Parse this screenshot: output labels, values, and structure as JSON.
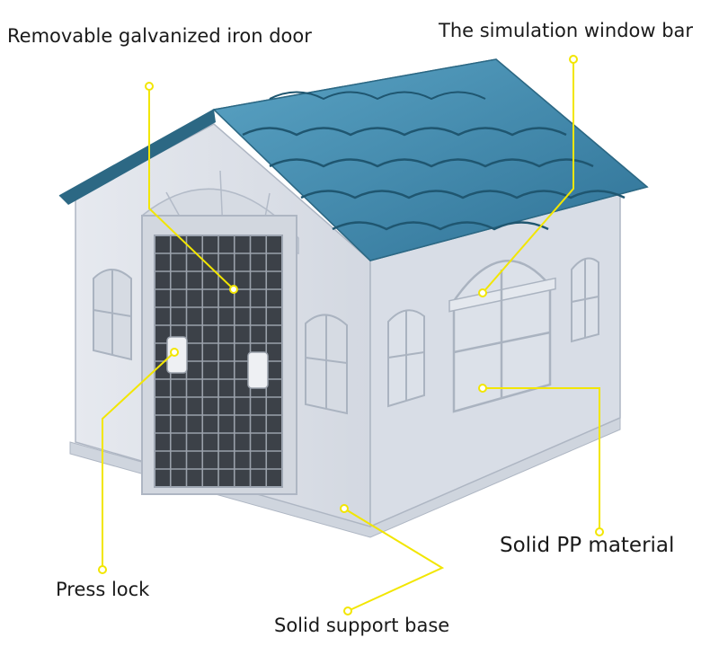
{
  "diagram": {
    "callouts": [
      {
        "id": "door",
        "text": "Removable galvanized iron door"
      },
      {
        "id": "window",
        "text": "The simulation window bar"
      },
      {
        "id": "material",
        "text": "Solid PP material"
      },
      {
        "id": "lock",
        "text": "Press lock"
      },
      {
        "id": "base",
        "text": "Solid support base"
      }
    ]
  },
  "colors": {
    "roof": "#3f86a8",
    "roof_dark": "#2c6884",
    "wall": "#dfe3ea",
    "wall_shade": "#c9cfd9",
    "wall_dark": "#b7bfcc",
    "grid": "#555a60",
    "callout": "#f2e600"
  }
}
